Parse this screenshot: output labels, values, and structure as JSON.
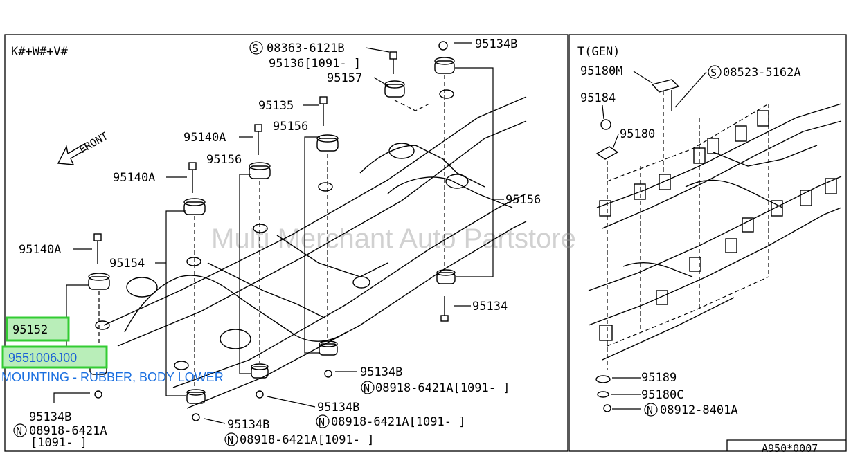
{
  "left_panel": {
    "variant": "K#+W#+V#",
    "front_label": "FRONT",
    "labels": {
      "screw_s": "08363-6121B",
      "p95136": "95136[1091-   ]",
      "p95134B_top": "95134B",
      "p95157": "95157",
      "p95135": "95135",
      "p95156_a": "95156",
      "p95140A_a": "95140A",
      "p95156_b": "95156",
      "p95140A_b": "95140A",
      "p95156_right": "95156",
      "p95140A_c": "95140A",
      "p95154": "95154",
      "p95152": "95152",
      "p95134": "95134",
      "p95134B_r1": "95134B",
      "nut_r1": "08918-6421A[1091-     ]",
      "p95134B_r2": "95134B",
      "nut_r2": "08918-6421A[1091-     ]",
      "p95134B_b": "95134B",
      "nut_b": "08918-6421A[1091-     ]",
      "p95134B_left": "95134B",
      "nut_left": "08918-6421A",
      "nut_left_range": "[1091-     ]"
    }
  },
  "right_panel": {
    "variant": "T(GEN)",
    "labels": {
      "p95180M": "95180M",
      "screw_s": "08523-5162A",
      "p95184": "95184",
      "p95180": "95180",
      "p95189": "95189",
      "p95180C": "95180C",
      "nut": "08912-8401A"
    }
  },
  "symbols": {
    "s": "S",
    "n": "N"
  },
  "highlight": {
    "part_number": "9551006J00",
    "description": "MOUNTING - RUBBER, BODY LOWER"
  },
  "watermark": "Multi Merchant Auto Partstore",
  "diagram_code": "A950*0007",
  "colors": {
    "highlight_border": "#33cc33",
    "highlight_fill": "#b9eeb9",
    "link_text": "#1a6fe0"
  }
}
